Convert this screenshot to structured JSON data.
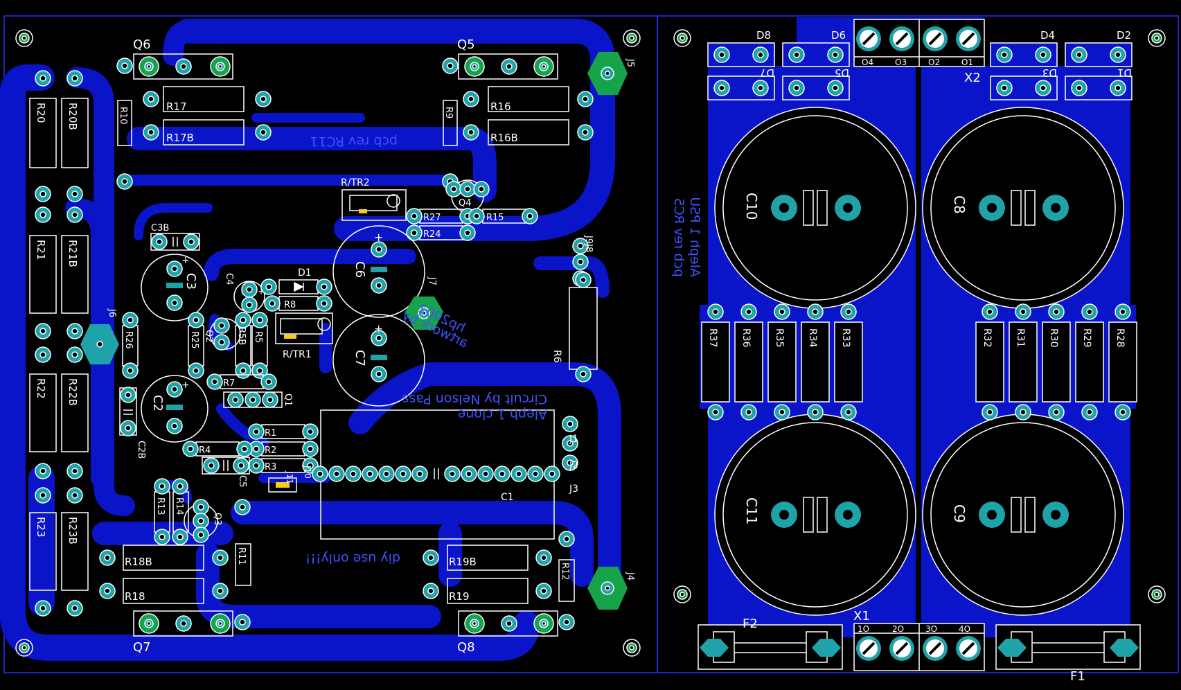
{
  "colors": {
    "background": "#000000",
    "copper": "#0a14c8",
    "pad": "#1fa3a8",
    "ground_pad": "#16a34a",
    "silkscreen": "#ffffff",
    "outline": "#2433ff",
    "mirrored_text": "#3f52ff",
    "jumper": "#facc15"
  },
  "amp_board": {
    "transistors": {
      "q6": "Q6",
      "q5": "Q5",
      "q7": "Q7",
      "q8": "Q8",
      "q1": "Q1",
      "q2": "Q2",
      "q3": "Q3",
      "q4": "Q4"
    },
    "resistors": {
      "r20": "R20",
      "r20b": "R20B",
      "r21": "R21",
      "r21b": "R21B",
      "r22": "R22",
      "r22b": "R22B",
      "r23": "R23",
      "r23b": "R23B",
      "r17": "R17",
      "r17b": "R17B",
      "r16": "R16",
      "r16b": "R16B",
      "r10": "R10",
      "r9": "R9",
      "r27": "R27",
      "r24": "R24",
      "r15": "R15",
      "r26": "R26",
      "r25": "R25",
      "r5b": "R5B",
      "r5": "R5",
      "r8": "R8",
      "r7": "R7",
      "r6": "R6",
      "r1": "R1",
      "r2": "R2",
      "r3": "R3",
      "r4": "R4",
      "r13": "R13",
      "r14": "R14",
      "r11": "R11",
      "r12": "R12",
      "r18b": "R18B",
      "r18": "R18",
      "r19b": "R19B",
      "r19": "R19"
    },
    "trimmers": {
      "tr2": "R/TR2",
      "tr1": "R/TR1"
    },
    "capacitors": {
      "c3b": "C3B",
      "c3": "C3",
      "c4": "C4",
      "c6": "C6",
      "c7": "C7",
      "c2": "C2",
      "c2b": "C2B",
      "c5": "C5",
      "c1": "C1"
    },
    "diodes": {
      "d1": "D1"
    },
    "connectors": {
      "j5": "J5",
      "j4": "J4",
      "j6": "J6",
      "j7": "J7",
      "j9j8": "J9J8",
      "j1": "J1",
      "j2": "J2",
      "j3": "J3",
      "j10": "J10",
      "j11": "J11"
    },
    "mirrored_notes": {
      "rev": "pcb rev RC11",
      "credit_line1": "Aleph 1 clone",
      "credit_line2": "Circuit by Nelson Pass",
      "artwork_line1": "artwork by",
      "artwork_line2": "hp2002",
      "diy": "diy use only!!!"
    }
  },
  "psu_board": {
    "diodes": {
      "d8": "D8",
      "d6": "D6",
      "d4": "D4",
      "d2": "D2",
      "d7": "D7",
      "d5": "D5",
      "d3": "D3",
      "d1": "D1"
    },
    "connector_x2": {
      "name": "X2",
      "pins": [
        "O4",
        "O3",
        "O2",
        "O1"
      ]
    },
    "connector_x1": {
      "name": "X1",
      "pins": [
        "1O",
        "2O",
        "3O",
        "4O"
      ]
    },
    "capacitors": {
      "c10": "C10",
      "c8": "C8",
      "c11": "C11",
      "c9": "C9"
    },
    "resistors": [
      "R37",
      "R36",
      "R35",
      "R34",
      "R33",
      "R32",
      "R31",
      "R30",
      "R29",
      "R28"
    ],
    "fuses": {
      "f2": "F2",
      "f1": "F1"
    },
    "mirrored_notes": {
      "line1": "Aleph 1 PSU",
      "line2": "pcb rev RC5"
    }
  }
}
